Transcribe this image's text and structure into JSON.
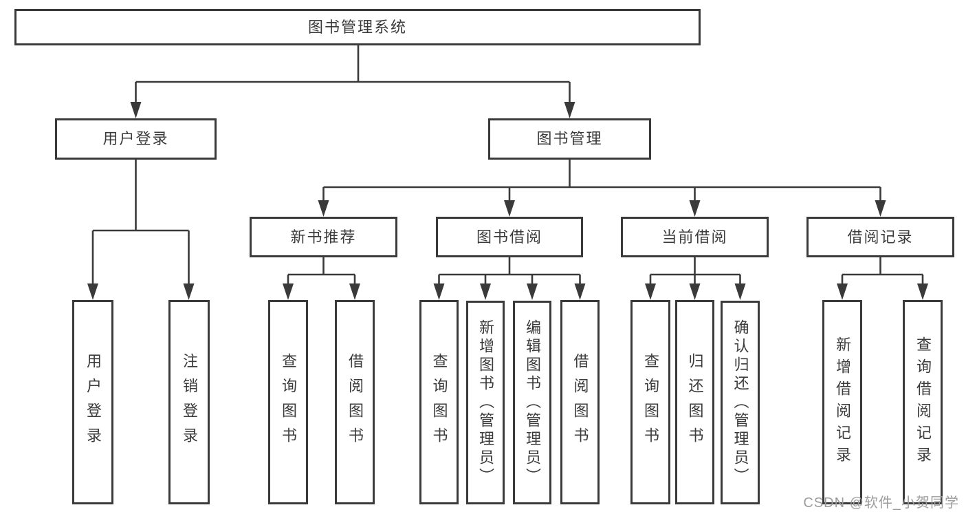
{
  "diagram_title": "图书管理系统",
  "tree": {
    "label": "图书管理系统",
    "children": [
      {
        "label": "用户登录",
        "children": [
          {
            "label": "用户登录"
          },
          {
            "label": "注销登录"
          }
        ]
      },
      {
        "label": "图书管理",
        "children": [
          {
            "label": "新书推荐",
            "children": [
              {
                "label": "查询图书"
              },
              {
                "label": "借阅图书"
              }
            ]
          },
          {
            "label": "图书借阅",
            "children": [
              {
                "label": "查询图书"
              },
              {
                "label": "新增图书（管理员）"
              },
              {
                "label": "编辑图书（管理员）"
              },
              {
                "label": "借阅图书"
              }
            ]
          },
          {
            "label": "当前借阅",
            "children": [
              {
                "label": "查询图书"
              },
              {
                "label": "归还图书"
              },
              {
                "label": "确认归还（管理员）"
              }
            ]
          },
          {
            "label": "借阅记录",
            "children": [
              {
                "label": "新增借阅记录"
              },
              {
                "label": "查询借阅记录"
              }
            ]
          }
        ]
      }
    ]
  },
  "watermark": "CSDN @软件_小贺同学",
  "colors": {
    "line": "#3a3a3a",
    "text": "#3b3b3b",
    "watermark": "#9c9c9c",
    "background": "#ffffff"
  }
}
